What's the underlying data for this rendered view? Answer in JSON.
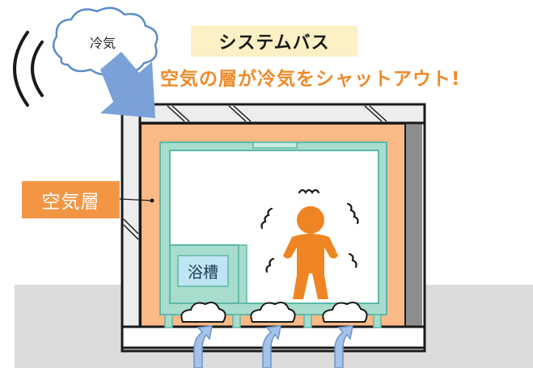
{
  "diagram": {
    "title": "システムバス",
    "subtitle": "空気の層が冷気をシャットアウト!",
    "cold_air_label": "冷気",
    "air_layer_label": "空気層",
    "bathtub_label": "浴槽"
  },
  "colors": {
    "orange": "#f39644",
    "light_orange": "#fbb986",
    "teal": "#9ed6c7",
    "teal_stroke": "#5cb9a8",
    "cloud_stroke": "#5e8cc8",
    "arrow_blue": "#7aa1d8",
    "floor_gray": "#dcdcdd",
    "title_bg": "#fbf1c4"
  },
  "icons": [
    "cold-air-cloud-icon",
    "cold-wind-arc-icon",
    "cold-arrow-icon",
    "person-icon",
    "shiver-mark-icon",
    "warm-cloud-icon",
    "upward-arrow-icon"
  ]
}
